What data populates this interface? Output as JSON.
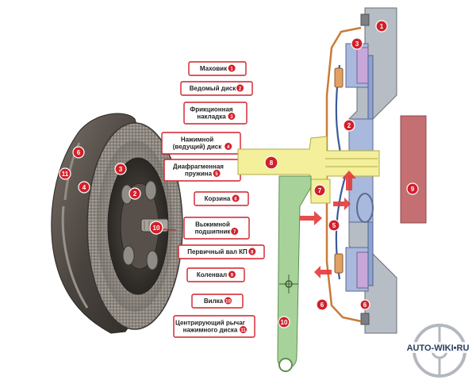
{
  "labels": [
    {
      "lines": [
        "Маховик"
      ],
      "num": "1"
    },
    {
      "lines": [
        "Ведомый диск"
      ],
      "num": "2"
    },
    {
      "lines": [
        "Фрикционная",
        "накладка"
      ],
      "num": "3"
    },
    {
      "lines": [
        "Нажимной",
        "(ведущий) диск"
      ],
      "num": "4"
    },
    {
      "lines": [
        "Диафрагменная",
        "пружина"
      ],
      "num": "5"
    },
    {
      "lines": [
        "Корзина"
      ],
      "num": "6"
    },
    {
      "lines": [
        "Выжимной",
        "подшипник"
      ],
      "num": "7"
    },
    {
      "lines": [
        "Первичный вал КП"
      ],
      "num": "8"
    },
    {
      "lines": [
        "Коленвал"
      ],
      "num": "9"
    },
    {
      "lines": [
        "Вилка"
      ],
      "num": "10"
    },
    {
      "lines": [
        "Центрирующий рычаг",
        "нажимного диска"
      ],
      "num": "11"
    }
  ],
  "photo_markers": [
    "6",
    "11",
    "4",
    "3",
    "2",
    "10"
  ],
  "section_markers": [
    "1",
    "3",
    "2",
    "8",
    "7",
    "5",
    "6",
    "9",
    "10",
    "6"
  ],
  "watermark": "AUTO-WIKI•RU",
  "colors": {
    "marker": "#d1202a",
    "shaft": "#f3ef9a",
    "fork": "#a7d39a",
    "crankshaft": "#c46f72",
    "flywheel": "#b7bdc4",
    "bearing": "#a9b8dd"
  }
}
